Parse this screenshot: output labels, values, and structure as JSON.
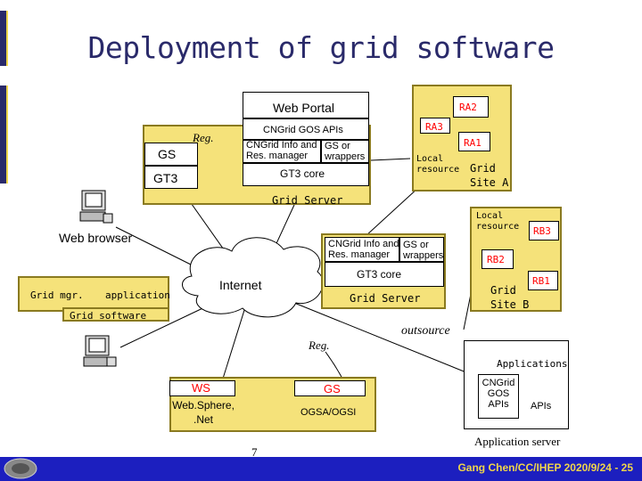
{
  "title": "Deployment of grid software",
  "grid_server_a": {
    "web_portal": "Web Portal",
    "gos_apis": "CNGrid GOS APIs",
    "info_mgr": "CNGrid Info and Res. manager",
    "gs_or_wrappers": "GS or wrappers",
    "gt3_core": "GT3 core",
    "label": "Grid Server"
  },
  "left_stack": {
    "gs": "GS",
    "gt3": "GT3"
  },
  "reg_a": "Reg.",
  "site_a": {
    "ra2": "RA2",
    "ra3": "RA3",
    "ra1": "RA1",
    "local_resource": "Local resource",
    "label": "Grid Site A"
  },
  "site_b": {
    "local_resource": "Local resource",
    "rb3": "RB3",
    "rb2": "RB2",
    "rb1": "RB1",
    "label": "Grid Site B"
  },
  "grid_server_b": {
    "info_mgr": "CNGrid Info and Res. manager",
    "gs_or_wrappers": "GS or wrappers",
    "gt3_core": "GT3 core",
    "label": "Grid Server"
  },
  "web_browser": "Web browser",
  "internet": "Internet",
  "grid_software": {
    "grid_mgr": "Grid mgr.",
    "application": "application",
    "label": "Grid software"
  },
  "outsource": "outsource",
  "reg_b": "Reg.",
  "ws_box": {
    "ws": "WS",
    "gs": "GS",
    "websphere": "Web.Sphere, .Net",
    "ogsa": "OGSA/OGSI"
  },
  "app_server": {
    "applications": "Applications",
    "cngrid_gos_apis": "CNGrid GOS APIs",
    "apis": "APIs",
    "label": "Application server"
  },
  "page_number": "7",
  "footer": "Gang Chen/CC/IHEP 2020/9/24 - 25",
  "colors": {
    "title": "#2a2a6a",
    "footer_bg": "#1c1fbf",
    "footer_text": "#f0d64a",
    "bar": "#f5e27a",
    "ra_red": "#ff0000"
  }
}
